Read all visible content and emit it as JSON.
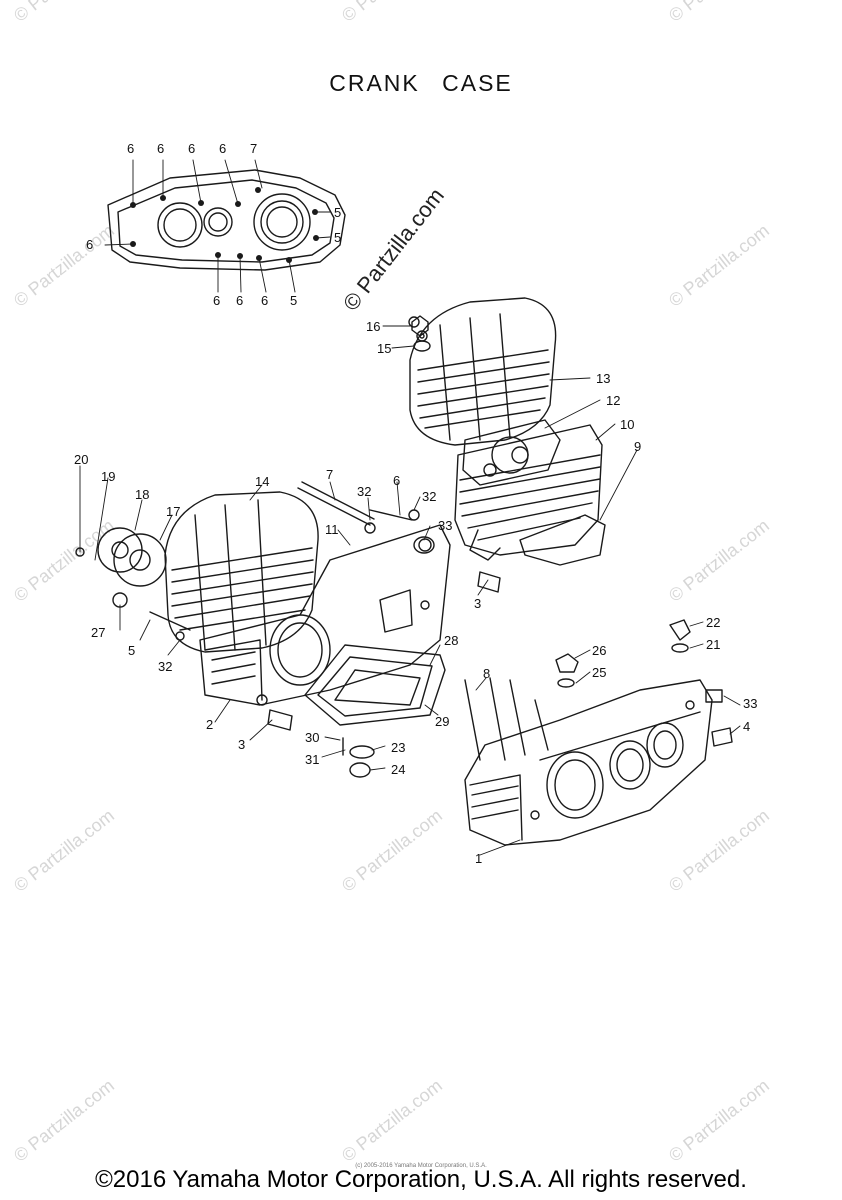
{
  "title": "CRANK CASE",
  "watermark_main": "© Partzilla.com",
  "watermark_tile": "© Partzilla.com",
  "small_credit": "(c) 2005-2016 Yamaha Motor Corporation, U.S.A.",
  "copyright": "©2016 Yamaha Motor Corporation, U.S.A. All rights reserved.",
  "callouts": [
    "1",
    "2",
    "3",
    "3",
    "4",
    "5",
    "5",
    "5",
    "5",
    "6",
    "6",
    "6",
    "6",
    "6",
    "6",
    "6",
    "6",
    "6",
    "6",
    "7",
    "7",
    "8",
    "9",
    "10",
    "11",
    "12",
    "13",
    "14",
    "15",
    "16",
    "17",
    "18",
    "19",
    "20",
    "21",
    "22",
    "23",
    "24",
    "25",
    "26",
    "27",
    "28",
    "29",
    "30",
    "31",
    "32",
    "32",
    "32",
    "33",
    "33"
  ]
}
